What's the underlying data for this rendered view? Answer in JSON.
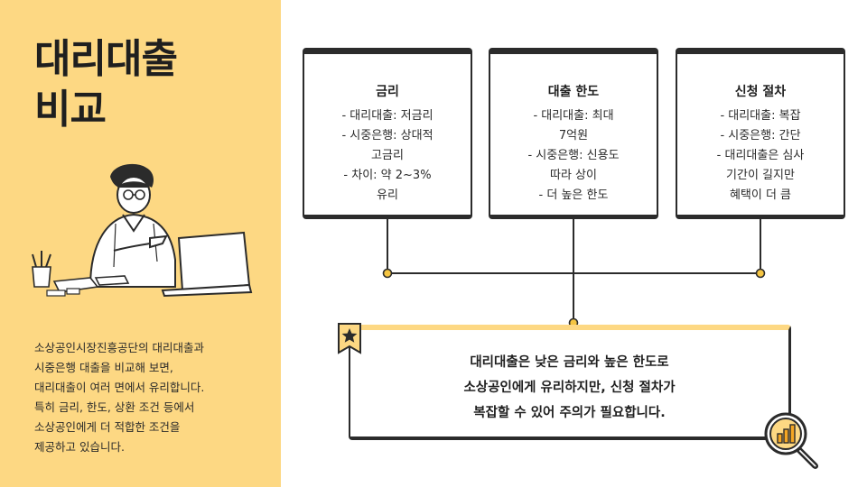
{
  "title": [
    "대리대출",
    "비교"
  ],
  "summary": [
    "소상공인시장진흥공단의 대리대출과",
    "시중은행 대출을 비교해 보면,",
    "대리대출이 여러 면에서 유리합니다.",
    "특히 금리, 한도, 상환 조건 등에서",
    "소상공인에게 더 적합한 조건을",
    "제공하고 있습니다."
  ],
  "cards": [
    {
      "title": "금리",
      "lines": [
        "- 대리대출: 저금리",
        "- 시중은행: 상대적",
        "고금리",
        "- 차이: 약 2~3%",
        "유리"
      ]
    },
    {
      "title": "대출 한도",
      "lines": [
        "- 대리대출: 최대",
        "7억원",
        "- 시중은행: 신용도",
        "따라 상이",
        "- 더 높은 한도"
      ]
    },
    {
      "title": "신청 절차",
      "lines": [
        "- 대리대출: 복잡",
        "- 시중은행: 간단",
        "- 대리대출은 심사",
        "기간이 길지만",
        "혜택이 더 큼"
      ]
    }
  ],
  "conclusion": [
    "대리대출은 낮은 금리와 높은 한도로",
    "소상공인에게 유리하지만, 신청 절차가",
    "복잡할 수 있어 주의가 필요합니다."
  ],
  "colors": {
    "accent_yellow": "#fdd883",
    "ink": "#2b2b2b",
    "node_yellow": "#f5c542"
  },
  "icons": {
    "badge": "star-icon",
    "magnifier": "magnifier-chart-icon",
    "illustration": "person-at-laptop-illustration"
  }
}
